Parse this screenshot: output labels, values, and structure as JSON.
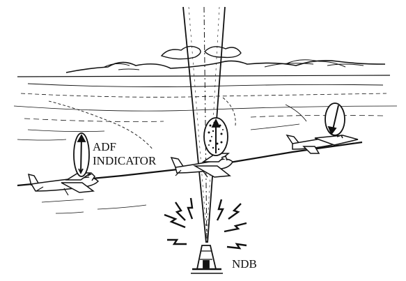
{
  "labels": {
    "adf_line1": "ADF",
    "adf_line2": "INDICATOR",
    "ndb": "NDB"
  },
  "colors": {
    "ink": "#111111",
    "paper": "#ffffff"
  },
  "icons": [
    "airplane-icon",
    "adf-needle-icon",
    "radio-tower-icon",
    "lightning-bolt-icon"
  ]
}
